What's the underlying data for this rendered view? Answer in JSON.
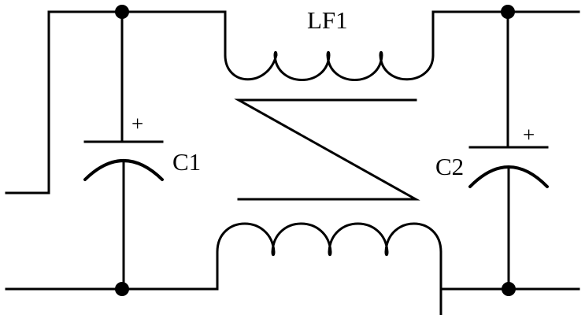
{
  "diagram": {
    "inductor_label": "LF1",
    "capacitor_left_label": "C1",
    "capacitor_right_label": "C2",
    "capacitor_left_polarity": "+",
    "capacitor_right_polarity": "+"
  }
}
